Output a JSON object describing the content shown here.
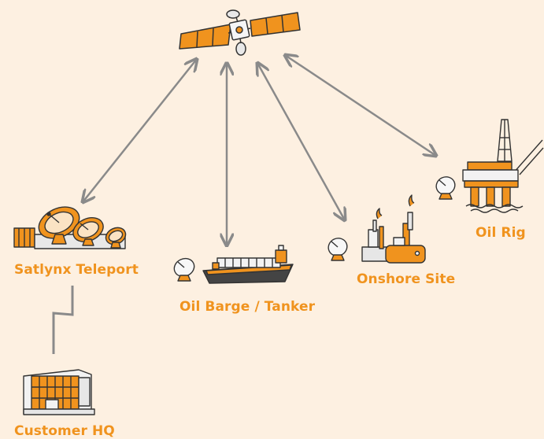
{
  "labels": {
    "teleport": "Satlynx Teleport",
    "barge": "Oil Barge / Tanker",
    "onshore": "Onshore Site",
    "rig": "Oil Rig",
    "hq": "Customer HQ"
  },
  "colors": {
    "background": "#fdf0e1",
    "accent": "#f0931e",
    "link": "#8a8a8a",
    "outline": "#333333"
  },
  "icons": {
    "satellite": "satellite-icon",
    "teleport": "teleport-dishes-icon",
    "barge": "tanker-ship-icon",
    "onshore": "onshore-facility-icon",
    "rig": "oil-rig-icon",
    "hq": "office-building-icon",
    "dish": "satellite-dish-icon"
  }
}
